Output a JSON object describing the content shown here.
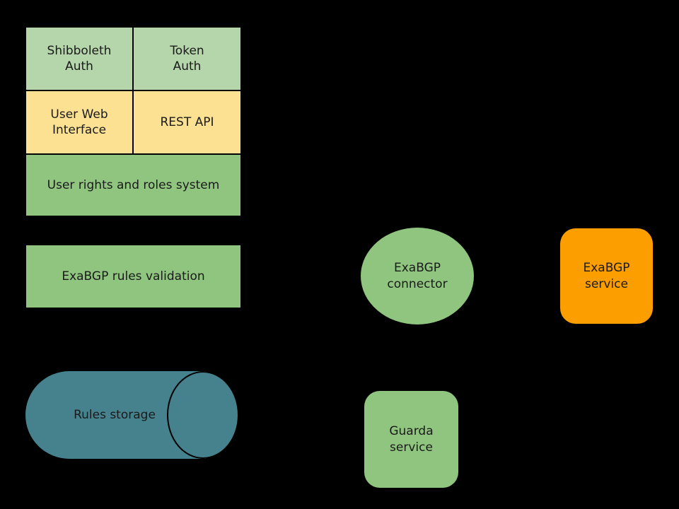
{
  "background": "#000000",
  "colors": {
    "light_green": "#b5d6ab",
    "yellow": "#fbe191",
    "green": "#8fc57e",
    "teal": "#45828e",
    "orange": "#fc9d00",
    "text": "#1a1a1a"
  },
  "auth_stack": {
    "cells": [
      {
        "id": "shibboleth-auth",
        "label": "Shibboleth\nAuth",
        "fill": "light_green"
      },
      {
        "id": "token-auth",
        "label": "Token\nAuth",
        "fill": "light_green"
      },
      {
        "id": "user-web-interface",
        "label": "User Web\nInterface",
        "fill": "yellow"
      },
      {
        "id": "rest-api",
        "label": "REST API",
        "fill": "yellow"
      },
      {
        "id": "user-rights",
        "label": "User rights and roles system",
        "fill": "green"
      }
    ]
  },
  "nodes": {
    "validation": {
      "label": "ExaBGP rules validation",
      "fill": "green",
      "shape": "rectangle"
    },
    "rules_storage": {
      "label": "Rules storage",
      "fill": "teal",
      "shape": "cylinder"
    },
    "connector": {
      "label": "ExaBGP\nconnector",
      "fill": "green",
      "shape": "ellipse"
    },
    "exabgp_service": {
      "label": "ExaBGP\nservice",
      "fill": "orange",
      "shape": "rounded-rectangle"
    },
    "guarda_service": {
      "label": "Guarda\nservice",
      "fill": "green",
      "shape": "rounded-rectangle"
    }
  }
}
